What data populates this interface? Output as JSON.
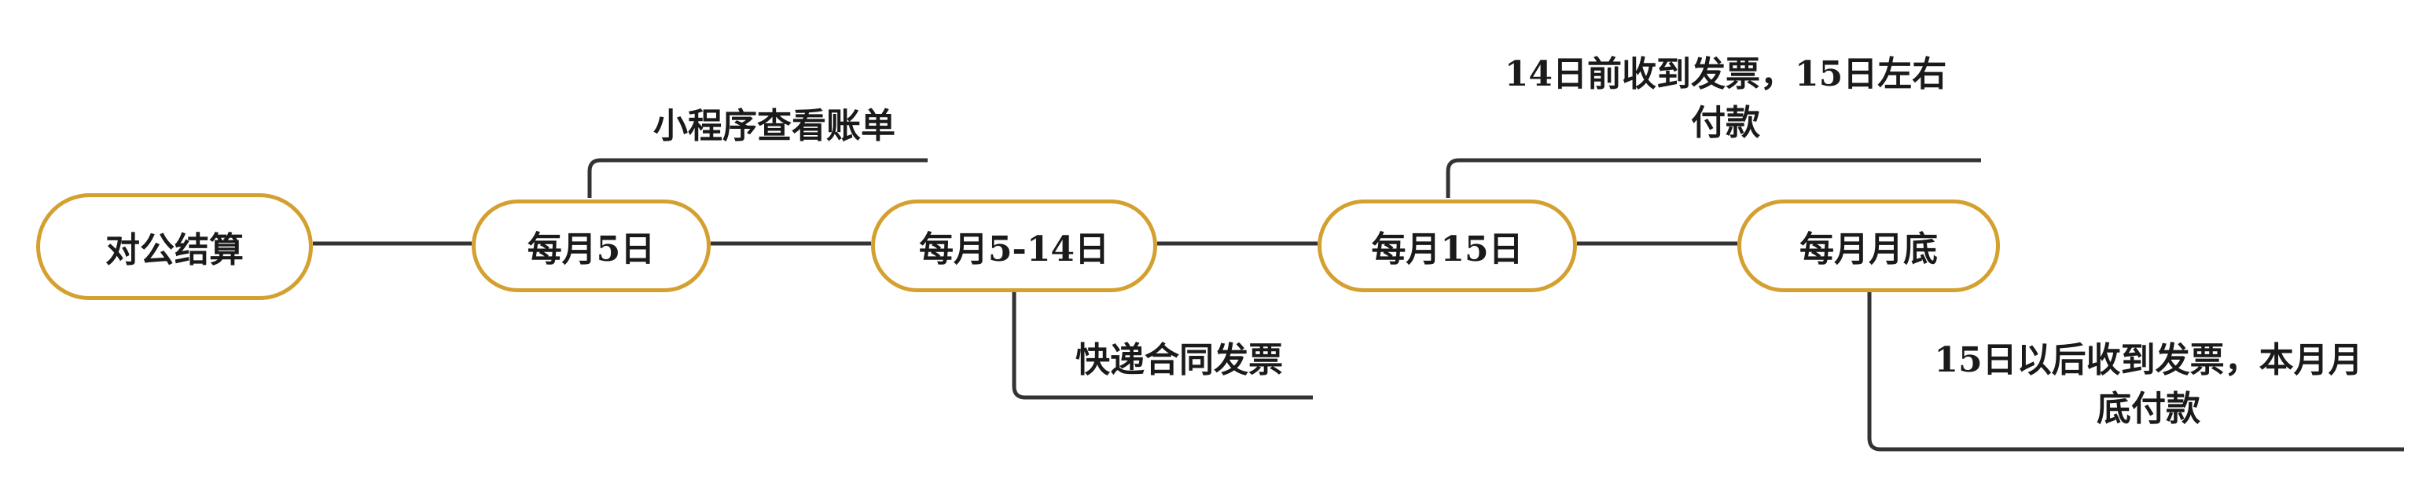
{
  "colors": {
    "node_border": "#d4a030",
    "line": "#333333",
    "text": "#1a1a1a"
  },
  "nodes": {
    "root": "对公结算",
    "day5": "每月5日",
    "day5_14": "每月5-14日",
    "day15": "每月15日",
    "month_end": "每月月底"
  },
  "notes": {
    "day5_note": "小程序查看账单",
    "day5_14_note": "快递合同发票",
    "day15_note_line1": "14日前收到发票，15日左右",
    "day15_note_line2": "付款",
    "month_end_note_line1": "15日以后收到发票，本月月",
    "month_end_note_line2": "底付款"
  }
}
